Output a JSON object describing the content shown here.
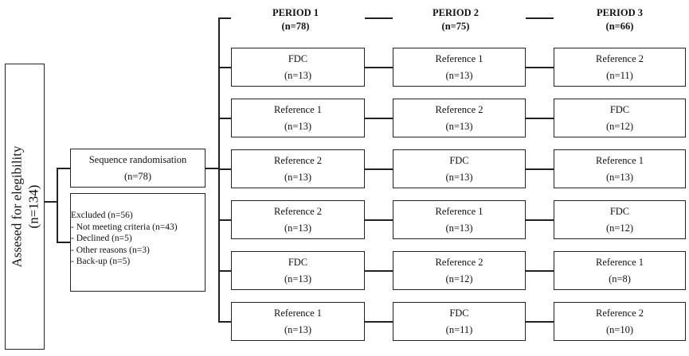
{
  "assessed": {
    "label": "Assesed for elegibility",
    "count": "(n=134)"
  },
  "randomisation": {
    "label": "Sequence randomisation",
    "count": "(n=78)"
  },
  "excluded": {
    "title": "Excluded (n=56)",
    "items": [
      "- Not meeting  criteria  (n=43)",
      "- Declined  (n=5)",
      "- Other reasons (n=3)",
      "- Back-up (n=5)"
    ]
  },
  "periods": [
    {
      "label": "PERIOD 1",
      "count": "(n=78)"
    },
    {
      "label": "PERIOD 2",
      "count": "(n=75)"
    },
    {
      "label": "PERIOD 3",
      "count": "(n=66)"
    }
  ],
  "sequences": [
    [
      {
        "label": "FDC",
        "count": "(n=13)"
      },
      {
        "label": "Reference 1",
        "count": "(n=13)"
      },
      {
        "label": "Reference 2",
        "count": "(n=11)"
      }
    ],
    [
      {
        "label": "Reference 1",
        "count": "(n=13)"
      },
      {
        "label": "Reference 2",
        "count": "(n=13)"
      },
      {
        "label": "FDC",
        "count": "(n=12)"
      }
    ],
    [
      {
        "label": "Reference 2",
        "count": "(n=13)"
      },
      {
        "label": "FDC",
        "count": "(n=13)"
      },
      {
        "label": "Reference 1",
        "count": "(n=13)"
      }
    ],
    [
      {
        "label": "Reference 2",
        "count": "(n=13)"
      },
      {
        "label": "Reference 1",
        "count": "(n=13)"
      },
      {
        "label": "FDC",
        "count": "(n=12)"
      }
    ],
    [
      {
        "label": "FDC",
        "count": "(n=13)"
      },
      {
        "label": "Reference 2",
        "count": "(n=12)"
      },
      {
        "label": "Reference 1",
        "count": "(n=8)"
      }
    ],
    [
      {
        "label": "Reference 1",
        "count": "(n=13)"
      },
      {
        "label": "FDC",
        "count": "(n=11)"
      },
      {
        "label": "Reference 2",
        "count": "(n=10)"
      }
    ]
  ]
}
